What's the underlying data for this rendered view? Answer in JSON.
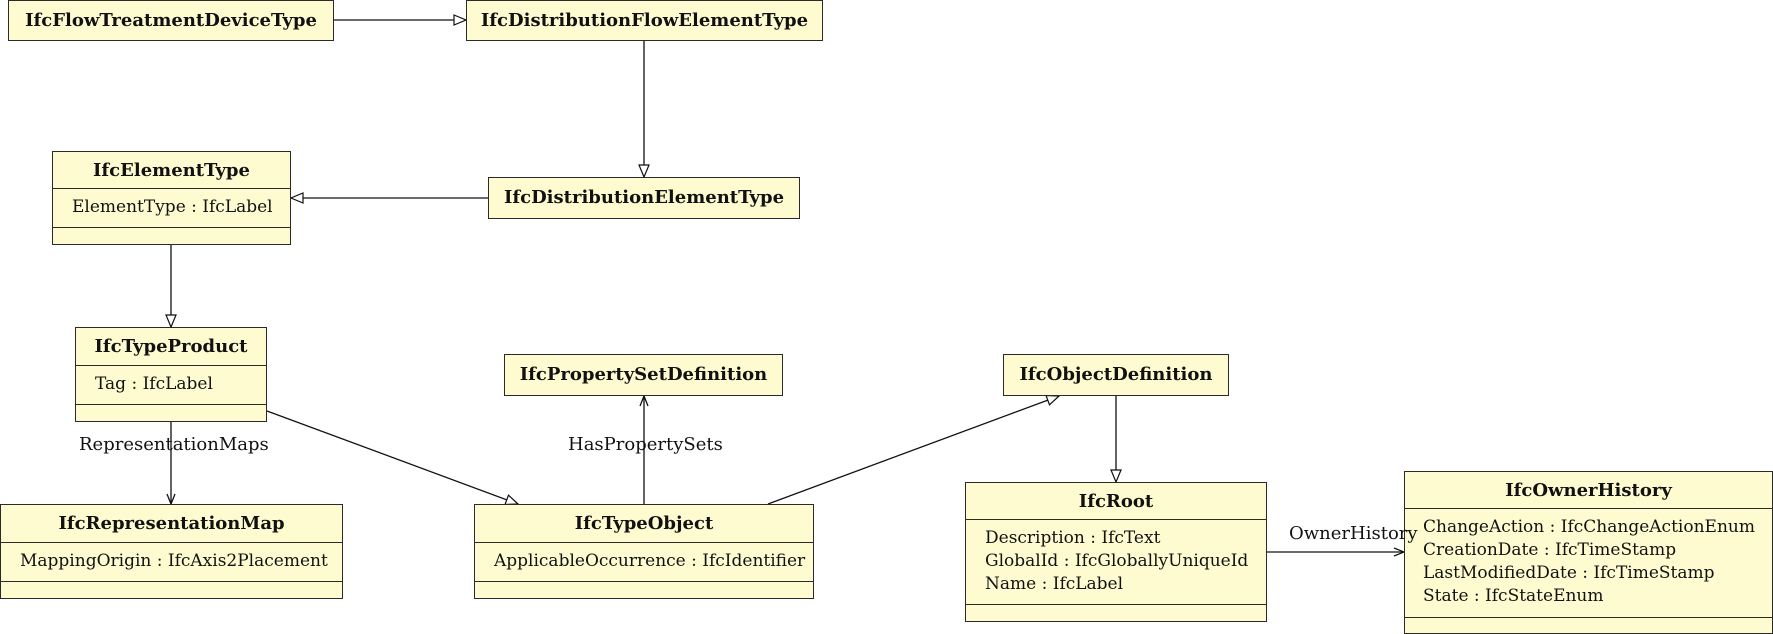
{
  "classes": {
    "flow_treatment_device_type": {
      "name": "IfcFlowTreatmentDeviceType",
      "attributes": []
    },
    "distribution_flow_element_type": {
      "name": "IfcDistributionFlowElementType",
      "attributes": []
    },
    "element_type": {
      "name": "IfcElementType",
      "attributes": [
        "ElementType : IfcLabel"
      ]
    },
    "distribution_element_type": {
      "name": "IfcDistributionElementType",
      "attributes": []
    },
    "type_product": {
      "name": "IfcTypeProduct",
      "attributes": [
        "Tag : IfcLabel"
      ]
    },
    "property_set_definition": {
      "name": "IfcPropertySetDefinition",
      "attributes": []
    },
    "object_definition": {
      "name": "IfcObjectDefinition",
      "attributes": []
    },
    "representation_map": {
      "name": "IfcRepresentationMap",
      "attributes": [
        "MappingOrigin : IfcAxis2Placement"
      ]
    },
    "type_object": {
      "name": "IfcTypeObject",
      "attributes": [
        "ApplicableOccurrence : IfcIdentifier"
      ]
    },
    "root": {
      "name": "IfcRoot",
      "attributes": [
        "Description : IfcText",
        "GlobalId : IfcGloballyUniqueId",
        "Name : IfcLabel"
      ]
    },
    "owner_history": {
      "name": "IfcOwnerHistory",
      "attributes": [
        "ChangeAction : IfcChangeActionEnum",
        "CreationDate : IfcTimeStamp",
        "LastModifiedDate : IfcTimeStamp",
        "State : IfcStateEnum"
      ]
    }
  },
  "associations": {
    "representation_maps": "RepresentationMaps",
    "has_property_sets": "HasPropertySets",
    "owner_history": "OwnerHistory"
  }
}
